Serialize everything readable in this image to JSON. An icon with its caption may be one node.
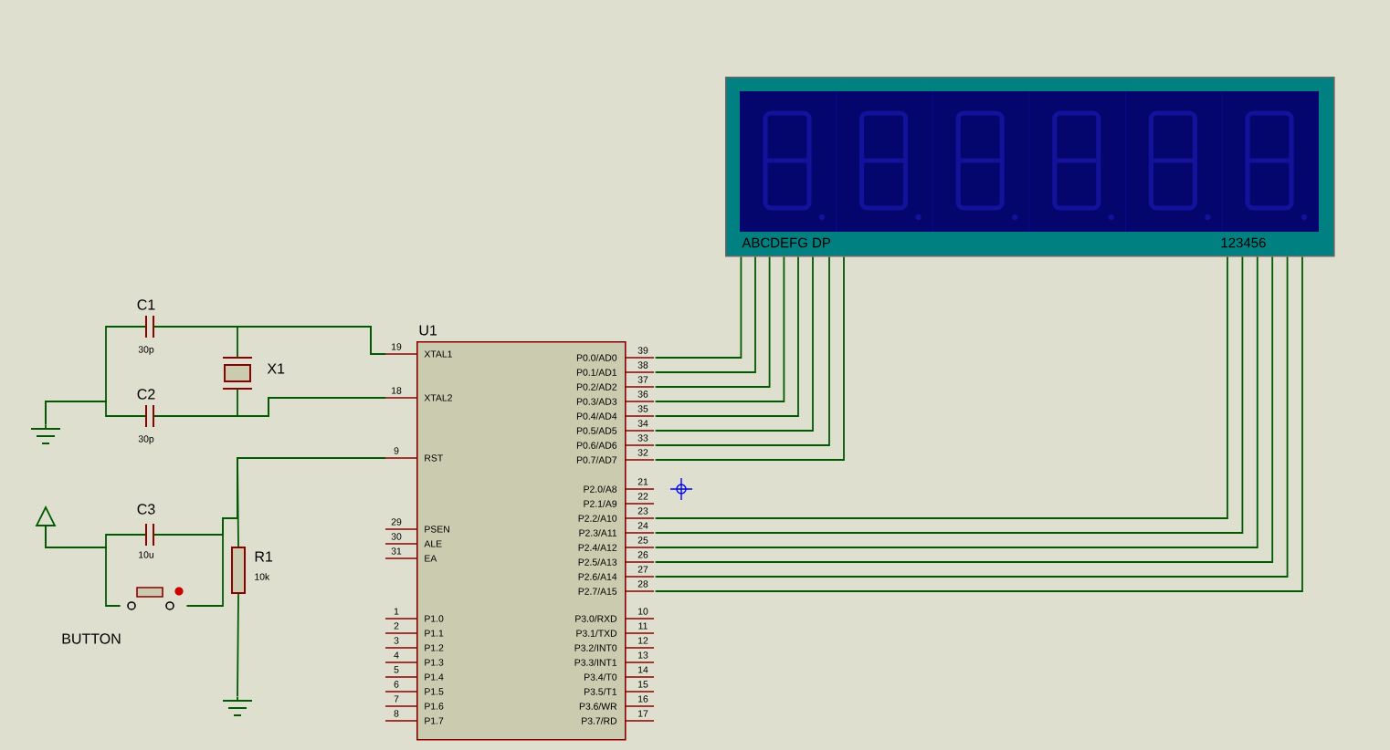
{
  "diagram": {
    "nodes": [
      {
        "text": [
          "U1"
        ]
      },
      {
        "text": [
          "ABCDEFG DP",
          "123456"
        ]
      },
      {
        "text": [
          "C1",
          "30p"
        ]
      },
      {
        "text": [
          "X1"
        ]
      },
      {
        "text": [
          "C2",
          "30p"
        ]
      },
      {
        "text": [],
        "shape": "ground"
      },
      {
        "text": [],
        "shape": "triangle"
      },
      {
        "text": [
          "C3",
          "10u"
        ]
      },
      {
        "text": [
          "R1",
          "10k"
        ]
      },
      {
        "text": [
          "BUTTON"
        ]
      },
      {
        "text": [],
        "shape": "ground"
      }
    ],
    "edges": [
      {
        "from": 2,
        "to": 0,
        "arrow": "none"
      },
      {
        "from": 3,
        "to": 0,
        "arrow": "none"
      },
      {
        "from": 4,
        "to": 0,
        "arrow": "none"
      },
      {
        "from": 3,
        "to": 0,
        "arrow": "none"
      },
      {
        "from": 2,
        "to": 5,
        "arrow": "none"
      },
      {
        "from": 4,
        "to": 5,
        "arrow": "none"
      },
      {
        "from": 6,
        "to": 7,
        "arrow": "none"
      },
      {
        "from": 6,
        "to": 9,
        "arrow": "none"
      },
      {
        "from": 7,
        "to": 0,
        "arrow": "none"
      },
      {
        "from": 9,
        "to": 0,
        "arrow": "none"
      },
      {
        "from": 8,
        "to": 0,
        "arrow": "none"
      },
      {
        "from": 8,
        "to": 10,
        "arrow": "none"
      },
      {
        "from": 0,
        "to": 1,
        "arrow": "none"
      },
      {
        "from": 0,
        "to": 1,
        "arrow": "none"
      },
      {
        "from": 0,
        "to": 1,
        "arrow": "none"
      },
      {
        "from": 0,
        "to": 1,
        "arrow": "none"
      },
      {
        "from": 0,
        "to": 1,
        "arrow": "none"
      },
      {
        "from": 0,
        "to": 1,
        "arrow": "none"
      },
      {
        "from": 0,
        "to": 1,
        "arrow": "none"
      },
      {
        "from": 0,
        "to": 1,
        "arrow": "none"
      },
      {
        "from": 0,
        "to": 1,
        "arrow": "none"
      },
      {
        "from": 0,
        "to": 1,
        "arrow": "none"
      },
      {
        "from": 0,
        "to": 1,
        "arrow": "none"
      },
      {
        "from": 0,
        "to": 1,
        "arrow": "none"
      },
      {
        "from": 0,
        "to": 1,
        "arrow": "none"
      },
      {
        "from": 0,
        "to": 1,
        "arrow": "none"
      }
    ],
    "labels": [
      "19",
      "XTAL1",
      "18",
      "XTAL2",
      "9",
      "RST",
      "29",
      "PSEN",
      "30",
      "ALE",
      "31",
      "EA",
      "1",
      "P1.0",
      "2",
      "P1.1",
      "3",
      "P1.2",
      "4",
      "P1.3",
      "5",
      "P1.4",
      "6",
      "P1.5",
      "7",
      "P1.6",
      "8",
      "P1.7",
      "39",
      "P0.0/AD0",
      "38",
      "P0.1/AD1",
      "37",
      "P0.2/AD2",
      "36",
      "P0.3/AD3",
      "35",
      "P0.4/AD4",
      "34",
      "P0.5/AD5",
      "33",
      "P0.6/AD6",
      "32",
      "P0.7/AD7",
      "21",
      "P2.0/A8",
      "22",
      "P2.1/A9",
      "23",
      "P2.2/A10",
      "24",
      "P2.3/A11",
      "25",
      "P2.4/A12",
      "26",
      "P2.5/A13",
      "27",
      "P2.6/A14",
      "28",
      "P2.7/A15",
      "10",
      "P3.0/RXD",
      "11",
      "P3.1/TXD",
      "12",
      "P3.2/INT0",
      "13",
      "P3.3/INT1",
      "14",
      "P3.4/T0",
      "15",
      "P3.5/T1",
      "16",
      "P3.6/WR",
      "17",
      "P3.7/RD"
    ]
  }
}
